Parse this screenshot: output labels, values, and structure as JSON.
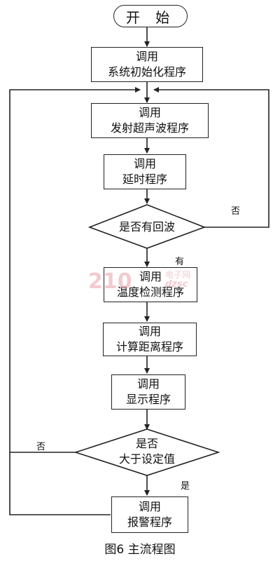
{
  "start": {
    "label": "开 始"
  },
  "nodes": {
    "init": {
      "line1": "调用",
      "line2": "系统初始化程序"
    },
    "ultrasonic": {
      "line1": "调用",
      "line2": "发射超声波程序"
    },
    "delay": {
      "line1": "调用",
      "line2": "延时程序"
    },
    "echo_decision": {
      "text": "是否有回波"
    },
    "temperature": {
      "line1": "调用",
      "line2": "温度检测程序"
    },
    "distance": {
      "line1": "调用",
      "line2": "计算距离程序"
    },
    "display": {
      "line1": "调用",
      "line2": "显示程序"
    },
    "threshold_decision": {
      "line1": "是否",
      "line2": "大于设定值"
    },
    "alarm": {
      "line1": "调用",
      "line2": "报警程序"
    }
  },
  "edge_labels": {
    "echo_no": "否",
    "echo_yes": "有",
    "threshold_no": "否",
    "threshold_yes": "是"
  },
  "watermark": {
    "main": "210",
    "sub1": "电子网",
    "sub2": "dzsc"
  },
  "caption": "图6 主流程图"
}
